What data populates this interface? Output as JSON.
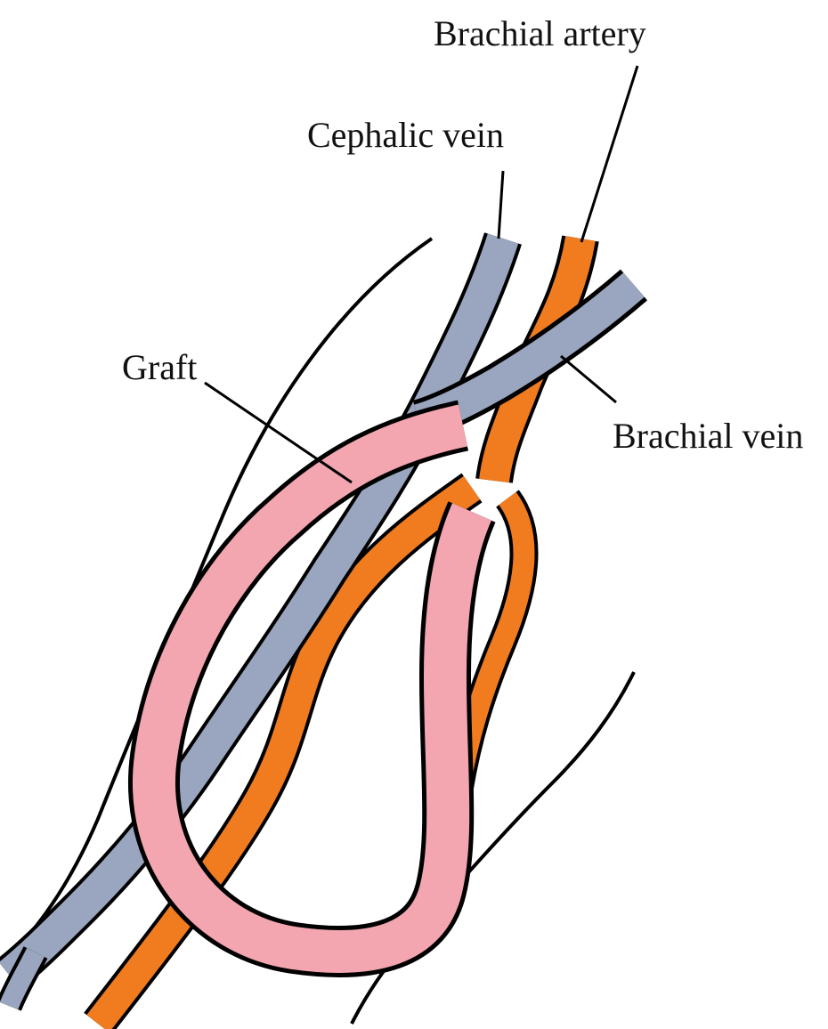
{
  "labels": {
    "brachial_artery": "Brachial artery",
    "cephalic_vein": "Cephalic vein",
    "graft": "Graft",
    "brachial_vein": "Brachial vein"
  },
  "colors": {
    "artery": "#f07c1f",
    "vein": "#9aa6bf",
    "graft": "#f3a6b0",
    "outline": "#000000",
    "background": "#ffffff"
  }
}
